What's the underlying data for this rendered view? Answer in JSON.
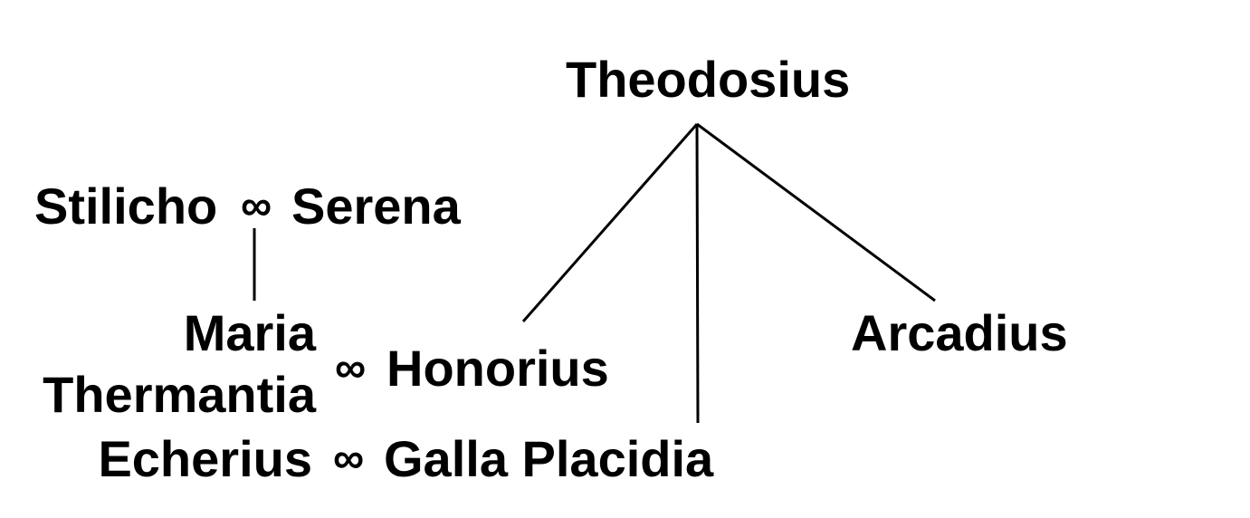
{
  "people": {
    "theodosius": "Theodosius",
    "stilicho": "Stilicho",
    "serena": "Serena",
    "maria": "Maria",
    "thermantia": "Thermantia",
    "honorius": "Honorius",
    "arcadius": "Arcadius",
    "echerius": "Echerius",
    "galla_placidia": "Galla Placidia"
  },
  "marriage_symbol": "∞"
}
